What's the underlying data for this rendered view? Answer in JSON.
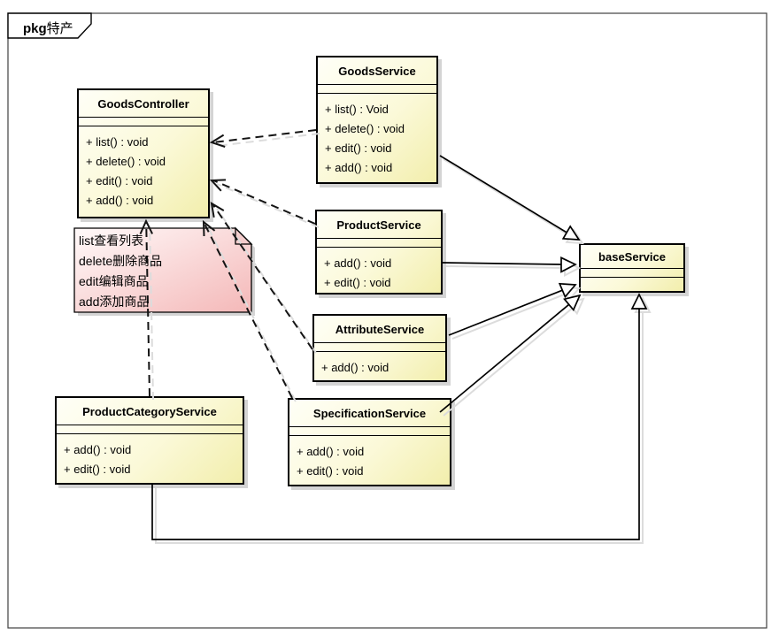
{
  "frame": {
    "tab_prefix": "pkg",
    "tab_suffix": "特产"
  },
  "colors": {
    "class_fill_start": "#fffff7",
    "class_fill_end": "#f2eeac",
    "note_fill_start": "#fffafa",
    "note_fill_end": "#f4b8b8",
    "border": "#000000",
    "shadow": "#d4d4d4",
    "background": "#ffffff"
  },
  "classes": [
    {
      "name": "GoodsController",
      "methods": [
        "+ list() : void",
        "+ delete() : void",
        "+ edit() : void",
        "+ add() : void"
      ]
    },
    {
      "name": "GoodsService",
      "methods": [
        "+ list() : Void",
        "+ delete() : void",
        "+ edit() : void",
        "+ add() : void"
      ]
    },
    {
      "name": "ProductService",
      "methods": [
        "+ add() : void",
        "+ edit() : void"
      ]
    },
    {
      "name": "AttributeService",
      "methods": [
        "+ add() : void"
      ]
    },
    {
      "name": "SpecificationService",
      "methods": [
        "+ add() : void",
        "+ edit() : void"
      ]
    },
    {
      "name": "ProductCategoryService",
      "methods": [
        "+ add() : void",
        "+ edit() : void"
      ]
    },
    {
      "name": "baseService",
      "methods": []
    }
  ],
  "note": {
    "lines": [
      "list查看列表",
      "delete删除商品",
      "edit编辑商品",
      "add添加商品"
    ],
    "attached_to": "GoodsController"
  },
  "relationships": [
    {
      "type": "dependency",
      "from": "GoodsService",
      "to": "GoodsController"
    },
    {
      "type": "dependency",
      "from": "ProductService",
      "to": "GoodsController"
    },
    {
      "type": "dependency",
      "from": "AttributeService",
      "to": "GoodsController"
    },
    {
      "type": "dependency",
      "from": "SpecificationService",
      "to": "GoodsController"
    },
    {
      "type": "dependency",
      "from": "ProductCategoryService",
      "to": "GoodsController"
    },
    {
      "type": "generalization",
      "from": "GoodsService",
      "to": "baseService"
    },
    {
      "type": "generalization",
      "from": "ProductService",
      "to": "baseService"
    },
    {
      "type": "generalization",
      "from": "AttributeService",
      "to": "baseService"
    },
    {
      "type": "generalization",
      "from": "SpecificationService",
      "to": "baseService"
    },
    {
      "type": "generalization",
      "from": "ProductCategoryService",
      "to": "baseService"
    }
  ]
}
